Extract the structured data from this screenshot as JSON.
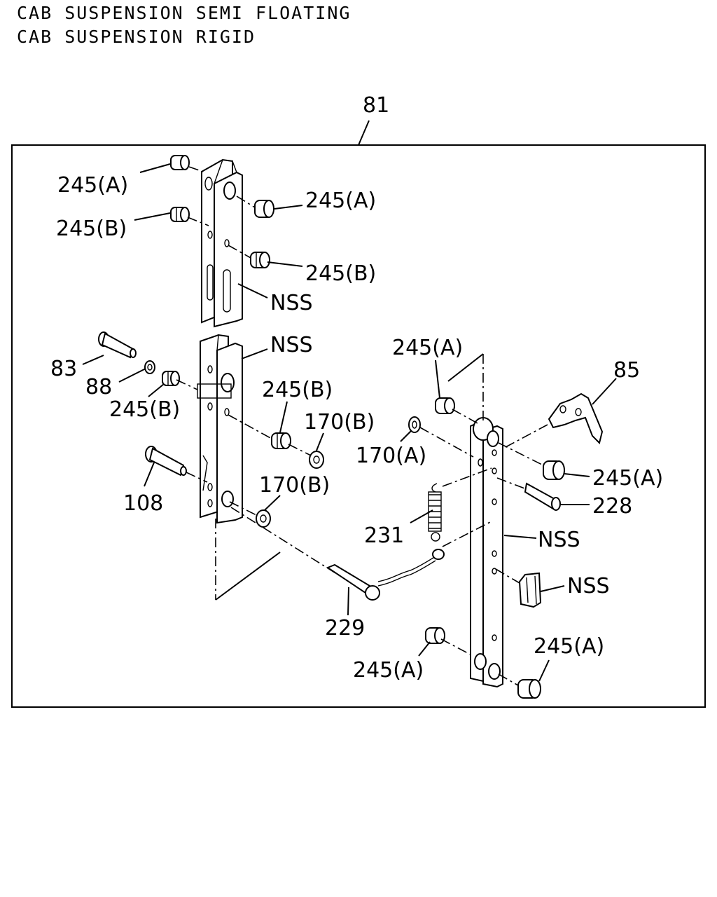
{
  "header": {
    "line1": "CAB SUSPENSION SEMI FLOATING",
    "line2": "CAB SUSPENSION RIGID"
  },
  "diagram": {
    "assembly_ref": "81",
    "labels": {
      "a1": "245(A)",
      "a2": "245(A)",
      "b1": "245(B)",
      "b2": "245(B)",
      "nss1": "NSS",
      "nss2": "NSS",
      "p83": "83",
      "p88": "88",
      "b3": "245(B)",
      "b4": "245(B)",
      "c1": "170(B)",
      "c2": "170(B)",
      "p108": "108",
      "a3": "245(A)",
      "p85": "85",
      "d1": "170(A)",
      "a4": "245(A)",
      "p228": "228",
      "p231": "231",
      "nss3": "NSS",
      "nss4": "NSS",
      "p229": "229",
      "a5": "245(A)",
      "a6": "245(A)"
    }
  }
}
